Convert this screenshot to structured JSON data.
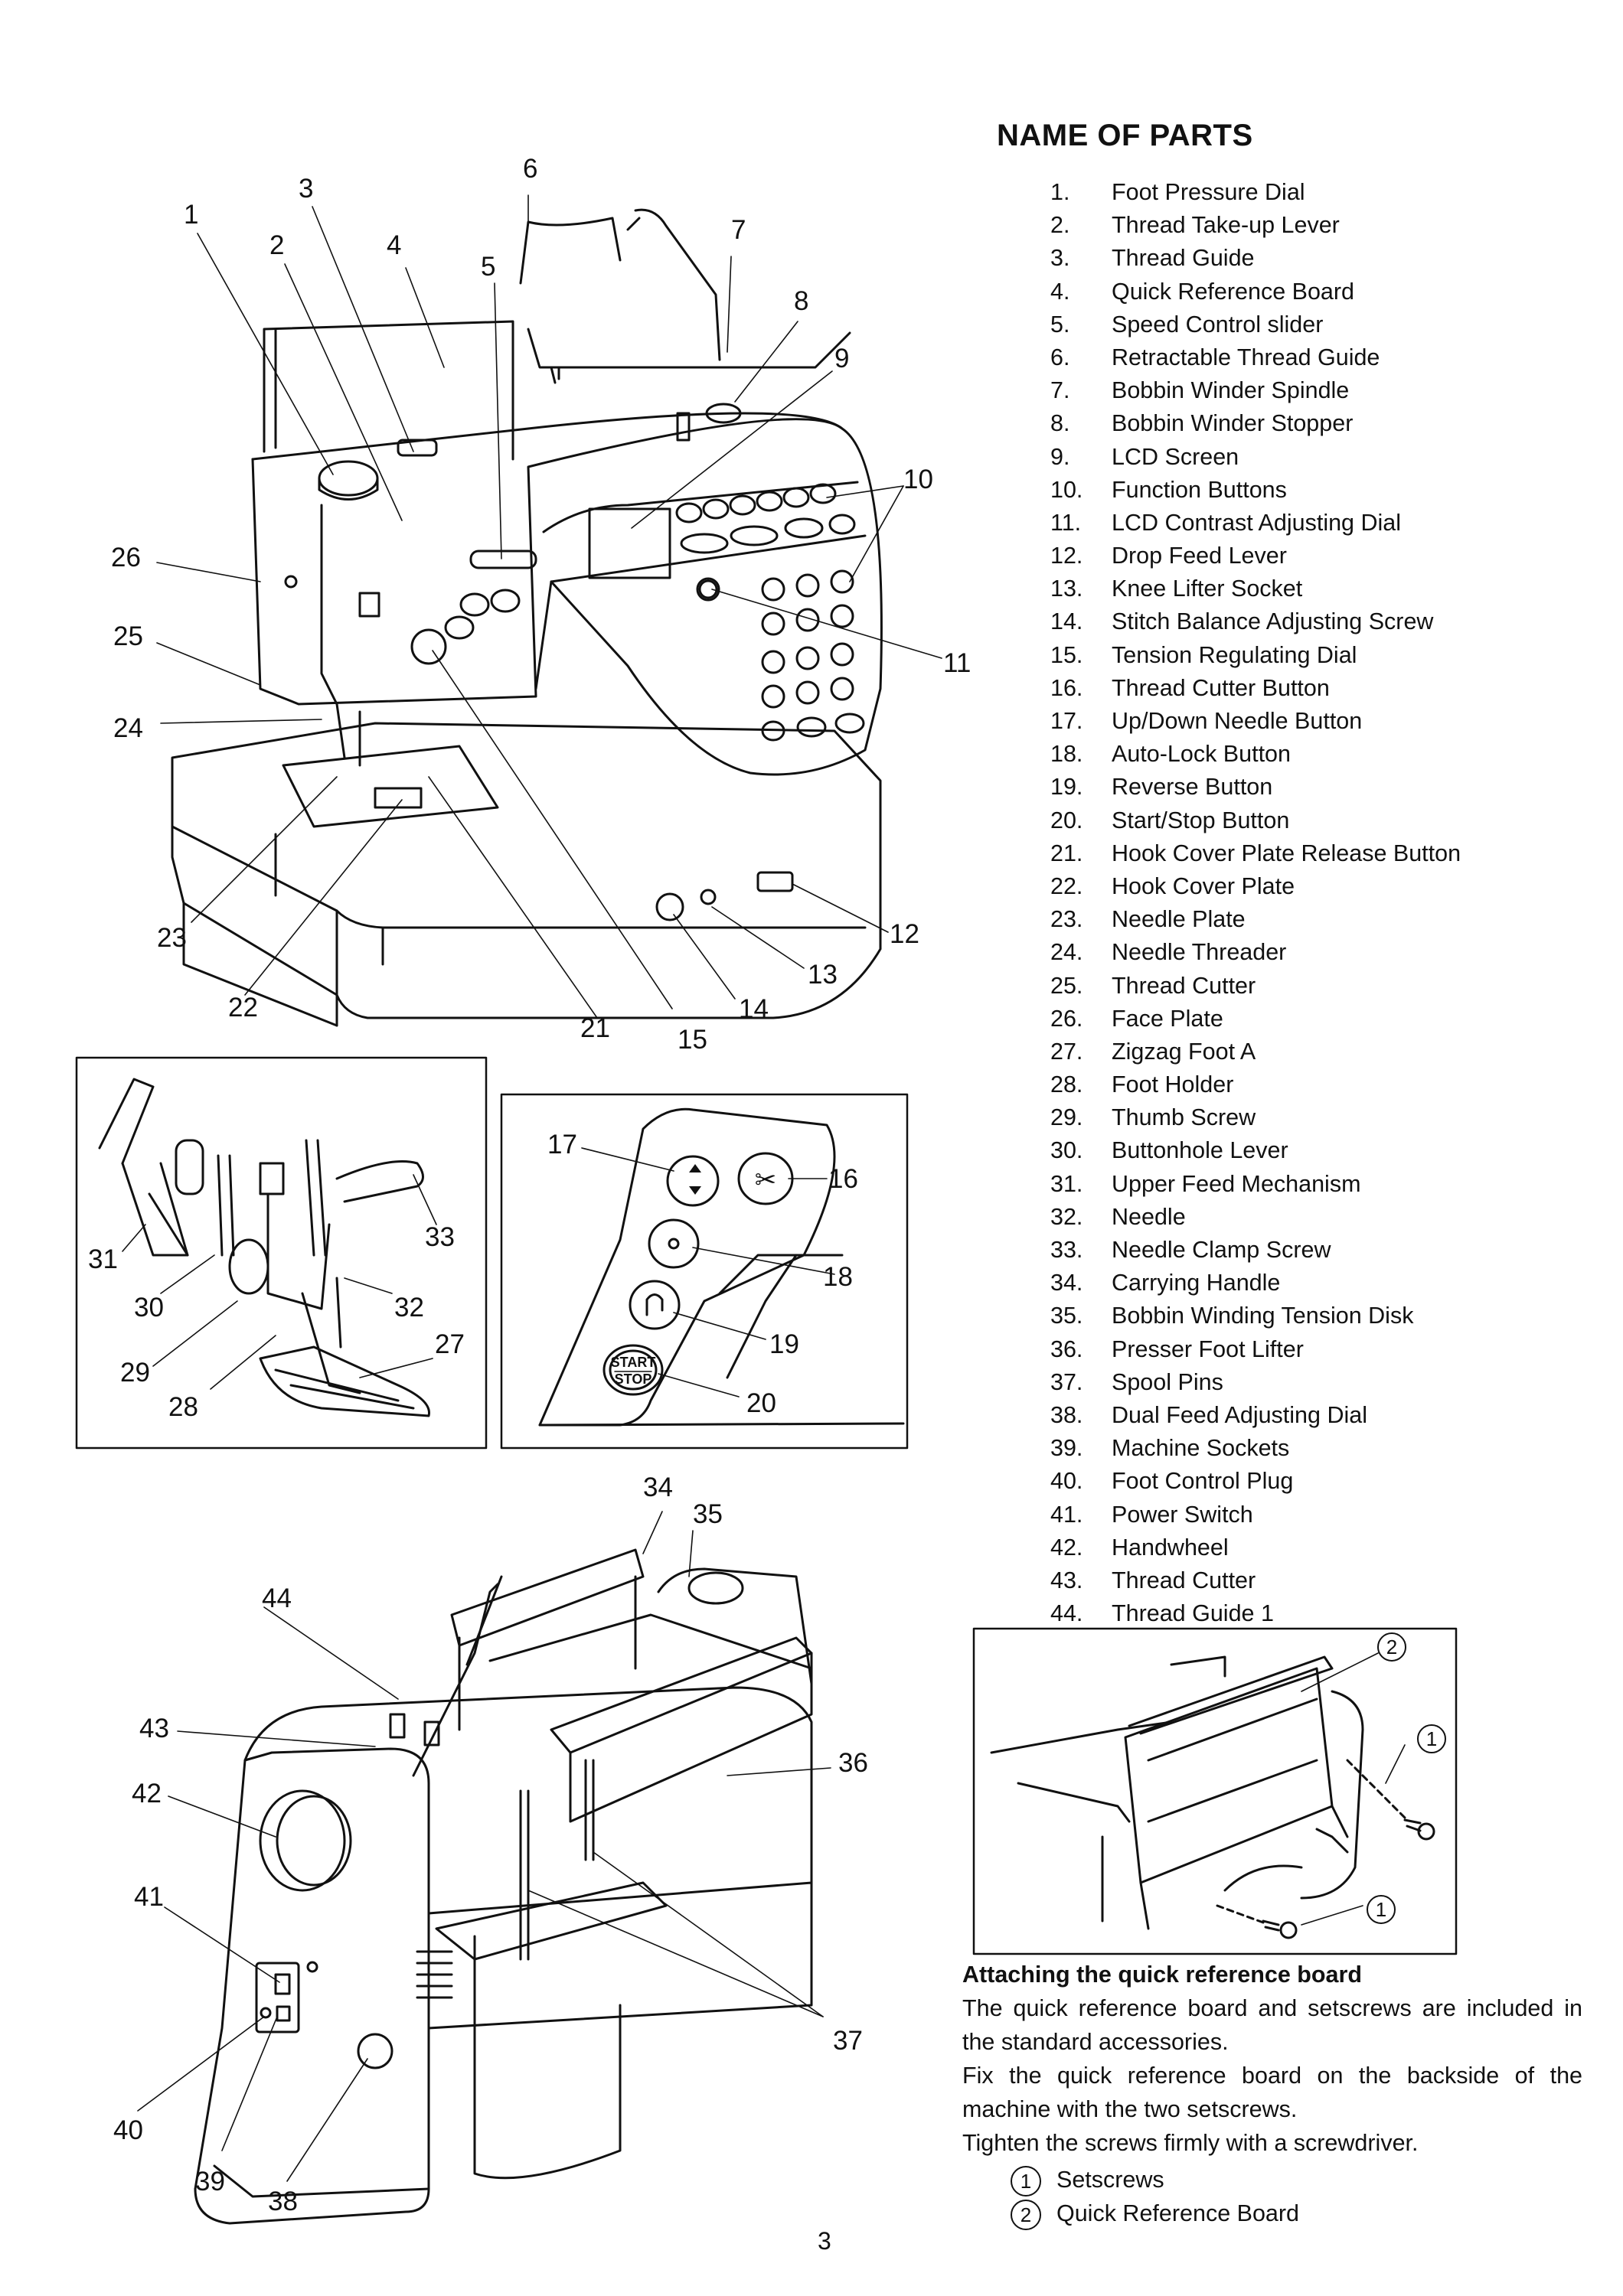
{
  "title": "NAME OF PARTS",
  "parts": [
    {
      "num": "1.",
      "name": "Foot Pressure Dial"
    },
    {
      "num": "2.",
      "name": "Thread Take-up Lever"
    },
    {
      "num": "3.",
      "name": "Thread Guide"
    },
    {
      "num": "4.",
      "name": "Quick Reference Board"
    },
    {
      "num": "5.",
      "name": "Speed Control slider"
    },
    {
      "num": "6.",
      "name": "Retractable Thread Guide"
    },
    {
      "num": "7.",
      "name": "Bobbin Winder Spindle"
    },
    {
      "num": "8.",
      "name": "Bobbin Winder Stopper"
    },
    {
      "num": "9.",
      "name": "LCD Screen"
    },
    {
      "num": "10.",
      "name": "Function Buttons"
    },
    {
      "num": "11.",
      "name": "LCD Contrast Adjusting Dial"
    },
    {
      "num": "12.",
      "name": "Drop Feed Lever"
    },
    {
      "num": "13.",
      "name": "Knee Lifter Socket"
    },
    {
      "num": "14.",
      "name": "Stitch Balance Adjusting Screw"
    },
    {
      "num": "15.",
      "name": "Tension Regulating Dial"
    },
    {
      "num": "16.",
      "name": "Thread Cutter Button"
    },
    {
      "num": "17.",
      "name": "Up/Down Needle Button"
    },
    {
      "num": "18.",
      "name": "Auto-Lock Button"
    },
    {
      "num": "19.",
      "name": "Reverse Button"
    },
    {
      "num": "20.",
      "name": "Start/Stop Button"
    },
    {
      "num": "21.",
      "name": "Hook Cover Plate Release Button"
    },
    {
      "num": "22.",
      "name": "Hook Cover Plate"
    },
    {
      "num": "23.",
      "name": "Needle Plate"
    },
    {
      "num": "24.",
      "name": "Needle Threader"
    },
    {
      "num": "25.",
      "name": "Thread Cutter"
    },
    {
      "num": "26.",
      "name": "Face Plate"
    },
    {
      "num": "27.",
      "name": "Zigzag Foot A"
    },
    {
      "num": "28.",
      "name": "Foot Holder"
    },
    {
      "num": "29.",
      "name": "Thumb Screw"
    },
    {
      "num": "30.",
      "name": "Buttonhole Lever"
    },
    {
      "num": "31.",
      "name": "Upper Feed Mechanism"
    },
    {
      "num": "32.",
      "name": "Needle"
    },
    {
      "num": "33.",
      "name": "Needle Clamp Screw"
    },
    {
      "num": "34.",
      "name": "Carrying Handle"
    },
    {
      "num": "35.",
      "name": "Bobbin Winding Tension Disk"
    },
    {
      "num": "36.",
      "name": "Presser Foot Lifter"
    },
    {
      "num": "37.",
      "name": "Spool Pins"
    },
    {
      "num": "38.",
      "name": "Dual Feed Adjusting Dial"
    },
    {
      "num": "39.",
      "name": "Machine Sockets"
    },
    {
      "num": "40.",
      "name": "Foot Control Plug"
    },
    {
      "num": "41.",
      "name": "Power Switch"
    },
    {
      "num": "42.",
      "name": "Handwheel"
    },
    {
      "num": "43.",
      "name": "Thread Cutter"
    },
    {
      "num": "44.",
      "name": "Thread Guide 1"
    }
  ],
  "callouts": [
    "1",
    "2",
    "3",
    "4",
    "5",
    "6",
    "7",
    "8",
    "9",
    "10",
    "11",
    "12",
    "13",
    "14",
    "15",
    "16",
    "17",
    "18",
    "19",
    "20",
    "21",
    "22",
    "23",
    "24",
    "25",
    "26",
    "27",
    "28",
    "29",
    "30",
    "31",
    "32",
    "33",
    "34",
    "35",
    "36",
    "37",
    "38",
    "39",
    "40",
    "41",
    "42",
    "43",
    "44"
  ],
  "panel": {
    "start": "START",
    "stop": "STOP"
  },
  "attach": {
    "heading": "Attaching the quick reference board",
    "p1a": "The quick reference board and setscrews are included in",
    "p1b": "the standard accessories.",
    "p2a": "Fix the quick reference board on the backside of the",
    "p2b": "machine with the two setscrews.",
    "p3": "Tighten the screws firmly with a screwdriver.",
    "legend": [
      {
        "mark": "1",
        "label": "Setscrews"
      },
      {
        "mark": "2",
        "label": "Quick Reference Board"
      }
    ]
  },
  "page_number": "3"
}
